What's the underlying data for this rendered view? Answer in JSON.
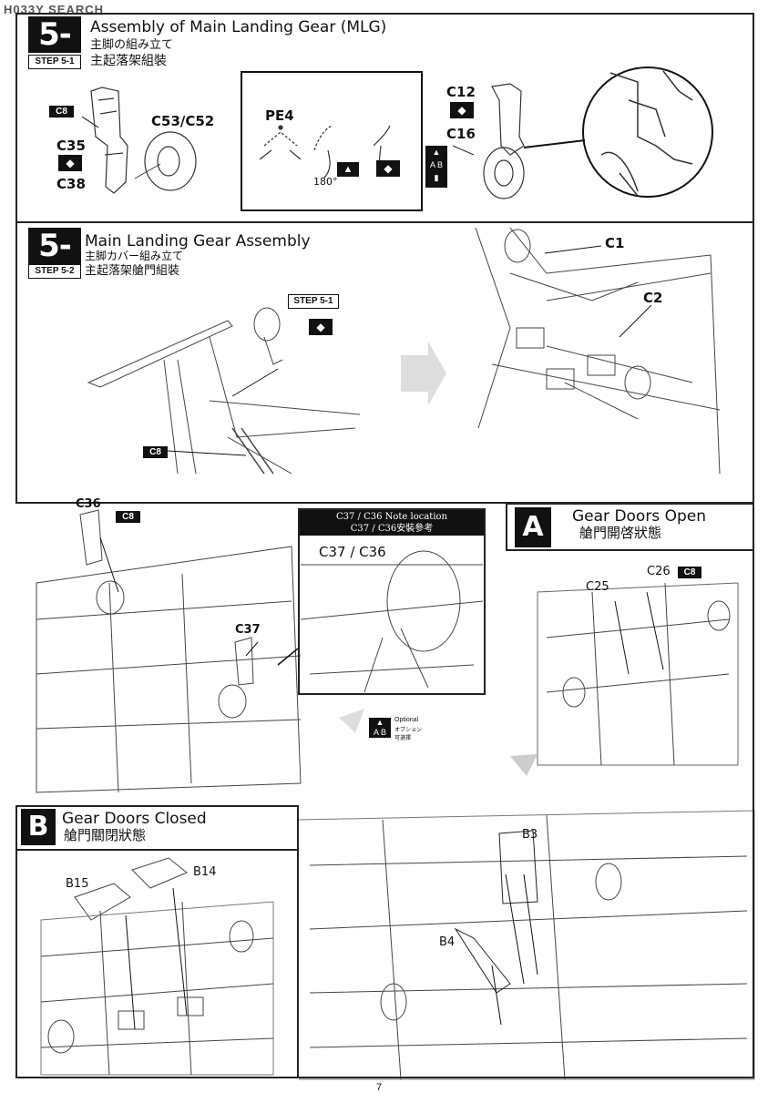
{
  "watermark": "H033Y SEARCH",
  "step51": {
    "number": "5-1",
    "tag": "STEP 5-1",
    "title_en": "Assembly of  Main Landing Gear (MLG)",
    "title_jp": "主脚の組み立て",
    "title_cn": "主起落架組裝",
    "labels": {
      "c8": "C8",
      "c35": "C35",
      "c38": "C38",
      "c53": "C53/C52",
      "pe4": "PE4",
      "deg": "180°",
      "c12": "C12",
      "c16": "C16"
    }
  },
  "step52": {
    "number": "5-2",
    "tag": "STEP 5-2",
    "title_en": "Main Landing Gear Assembly",
    "title_jp": "主脚カバー組み立て",
    "title_cn": "主起落架艙門組裝",
    "labels": {
      "step_ref": "STEP 5-1",
      "c8": "C8",
      "c1": "C1",
      "c2": "C2",
      "c36": "C36",
      "c8b": "C8",
      "c37": "C37"
    }
  },
  "note": {
    "header": "C37 / C36 Note location",
    "header_cn": "C37 / C36安裝參考",
    "label": "C37 / C36"
  },
  "optional": {
    "line1": "Optional",
    "line2": "オプション",
    "line3": "可選擇"
  },
  "panelA": {
    "letter": "A",
    "title_en": "Gear Doors Open",
    "title_cn": "艙門開啓狀態",
    "labels": {
      "c25": "C25",
      "c26": "C26",
      "c8": "C8"
    }
  },
  "panelB": {
    "letter": "B",
    "title_en": "Gear Doors Closed",
    "title_cn": "艙門關閉狀態",
    "labels": {
      "b15": "B15",
      "b14": "B14",
      "b3": "B3",
      "b4": "B4"
    }
  },
  "page_number": "7"
}
